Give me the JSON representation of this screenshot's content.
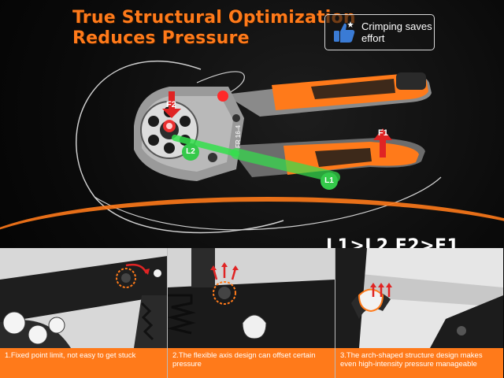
{
  "header": {
    "title_line1": "True Structural Optimization",
    "title_line2": "Reduces Pressure"
  },
  "badge": {
    "icon": "thumbs-up-icon",
    "text_line1": "Crimping saves",
    "text_line2": "effort"
  },
  "diagram": {
    "force_label_top": "F2",
    "force_label_handle": "F1",
    "lever_label_short": "L2",
    "lever_label_long": "L1",
    "model_code": "FR 16-4",
    "formula": "L1>L2 F2>F1"
  },
  "panels": [
    {
      "caption": "1.Fixed point limit, not easy to get stuck"
    },
    {
      "caption": "2.The flexible axis design can offset certain pressure"
    },
    {
      "caption": "3.The arch-shaped structure design makes even high-intensity pressure manageable"
    }
  ],
  "colors": {
    "accent": "#ff7a1a",
    "green": "#34c94a",
    "red": "#e02424"
  }
}
